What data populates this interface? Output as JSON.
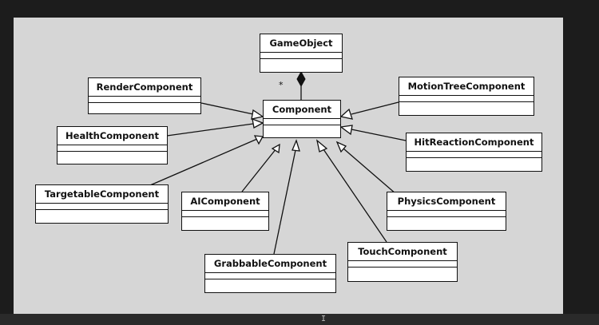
{
  "diagram": {
    "multiplicity": "*",
    "classes": {
      "gameobject": "GameObject",
      "component": "Component",
      "render": "RenderComponent",
      "health": "HealthComponent",
      "targetable": "TargetableComponent",
      "ai": "AIComponent",
      "grabbable": "GrabbableComponent",
      "touch": "TouchComponent",
      "physics": "PhysicsComponent",
      "hitreaction": "HitReactionComponent",
      "motiontree": "MotionTreeComponent"
    }
  },
  "colors": {
    "slide_background": "#d6d6d6",
    "screen_background": "#1c1c1c",
    "line_color": "#111111"
  }
}
